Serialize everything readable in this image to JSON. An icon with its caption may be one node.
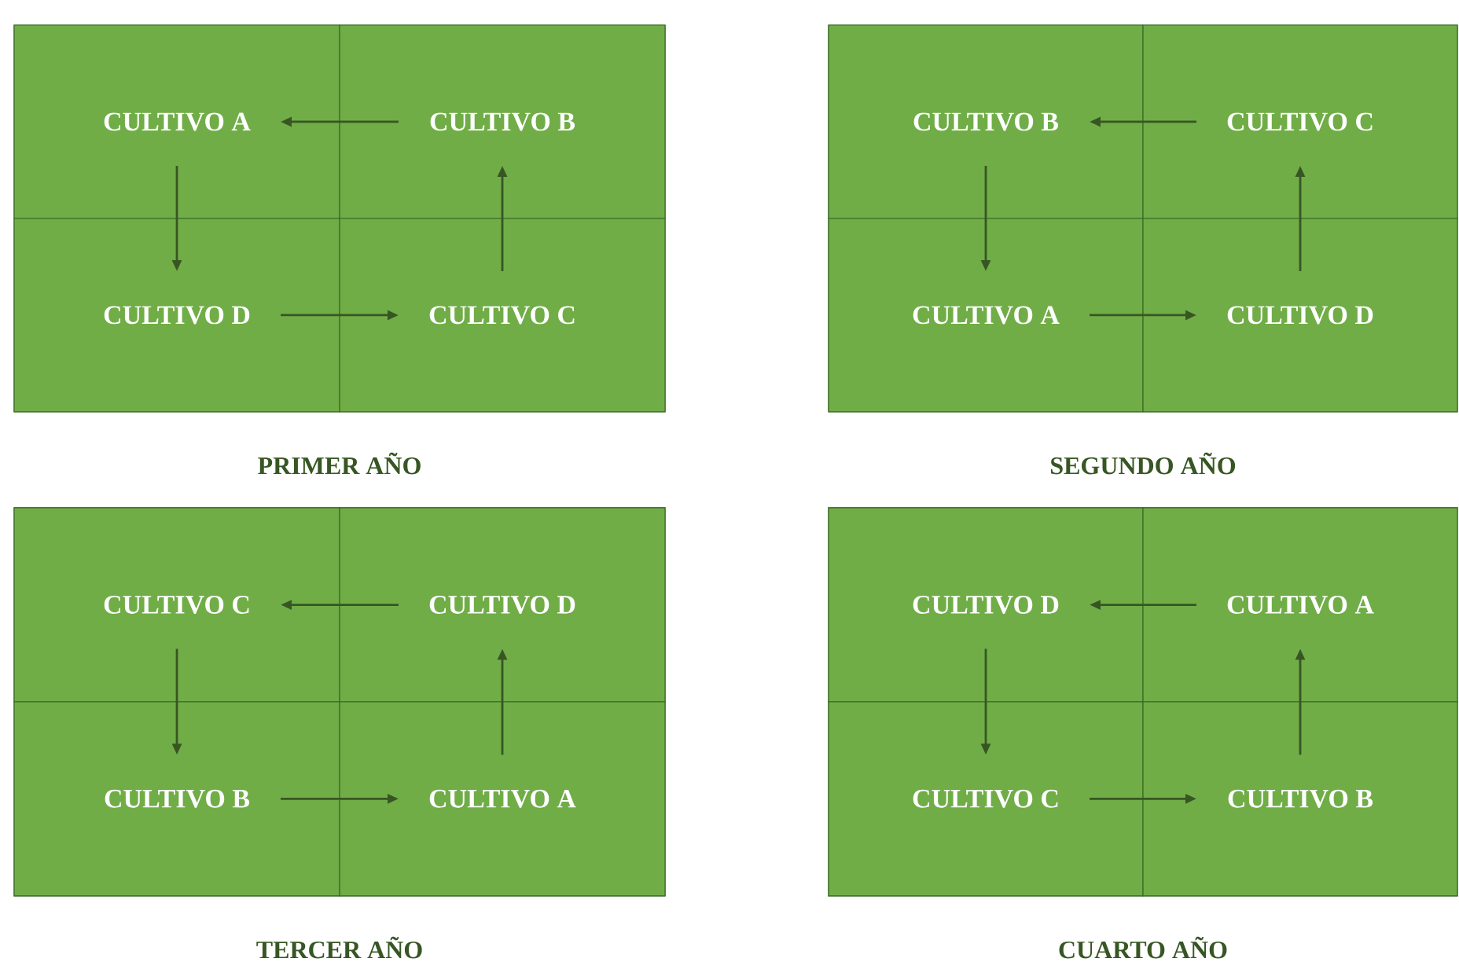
{
  "diagram": {
    "nodes": [
      {
        "text": [
          "PRIMER AÑO"
        ]
      },
      {
        "text": [
          "CULTIVO A"
        ],
        "in": 0
      },
      {
        "text": [
          "CULTIVO B"
        ],
        "in": 0
      },
      {
        "text": [
          "CULTIVO D"
        ],
        "in": 0
      },
      {
        "text": [
          "CULTIVO C"
        ],
        "in": 0
      },
      {
        "text": [
          "SEGUNDO AÑO"
        ]
      },
      {
        "text": [
          "CULTIVO B"
        ],
        "in": 5
      },
      {
        "text": [
          "CULTIVO C"
        ],
        "in": 5
      },
      {
        "text": [
          "CULTIVO A"
        ],
        "in": 5
      },
      {
        "text": [
          "CULTIVO D"
        ],
        "in": 5
      },
      {
        "text": [
          "TERCER AÑO"
        ]
      },
      {
        "text": [
          "CULTIVO C"
        ],
        "in": 10
      },
      {
        "text": [
          "CULTIVO D"
        ],
        "in": 10
      },
      {
        "text": [
          "CULTIVO B"
        ],
        "in": 10
      },
      {
        "text": [
          "CULTIVO A"
        ],
        "in": 10
      },
      {
        "text": [
          "CUARTO AÑO"
        ]
      },
      {
        "text": [
          "CULTIVO D"
        ],
        "in": 15
      },
      {
        "text": [
          "CULTIVO A"
        ],
        "in": 15
      },
      {
        "text": [
          "CULTIVO C"
        ],
        "in": 15
      },
      {
        "text": [
          "CULTIVO B"
        ],
        "in": 15
      }
    ],
    "edges": [
      {
        "from": 2,
        "to": 1,
        "arrow": "to"
      },
      {
        "from": 1,
        "to": 3,
        "arrow": "to"
      },
      {
        "from": 3,
        "to": 4,
        "arrow": "to"
      },
      {
        "from": 4,
        "to": 2,
        "arrow": "to"
      },
      {
        "from": 7,
        "to": 6,
        "arrow": "to"
      },
      {
        "from": 6,
        "to": 8,
        "arrow": "to"
      },
      {
        "from": 8,
        "to": 9,
        "arrow": "to"
      },
      {
        "from": 9,
        "to": 7,
        "arrow": "to"
      },
      {
        "from": 12,
        "to": 11,
        "arrow": "to"
      },
      {
        "from": 11,
        "to": 13,
        "arrow": "to"
      },
      {
        "from": 13,
        "to": 14,
        "arrow": "to"
      },
      {
        "from": 14,
        "to": 12,
        "arrow": "to"
      },
      {
        "from": 17,
        "to": 16,
        "arrow": "to"
      },
      {
        "from": 16,
        "to": 18,
        "arrow": "to"
      },
      {
        "from": 18,
        "to": 19,
        "arrow": "to"
      },
      {
        "from": 19,
        "to": 17,
        "arrow": "to"
      }
    ]
  }
}
